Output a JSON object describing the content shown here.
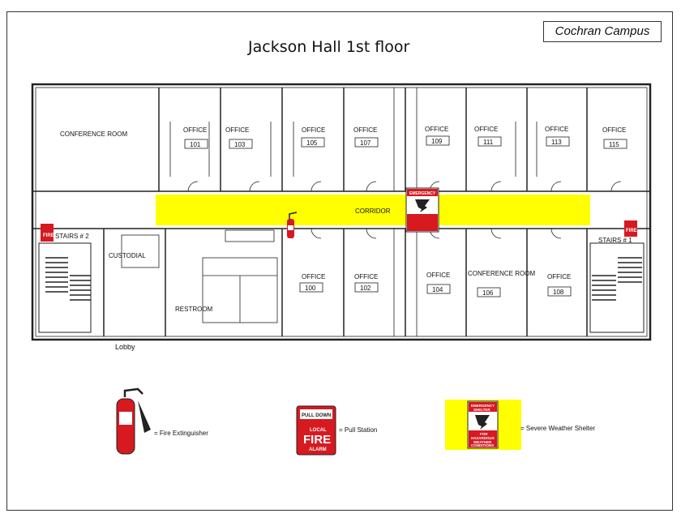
{
  "header": {
    "title": "Jackson Hall 1st floor",
    "campus": "Cochran Campus"
  },
  "rooms": {
    "conference_top": "CONFERENCE ROOM",
    "office": "OFFICE",
    "corridor": "CORRIDOR",
    "stairs_2": "STAIRS # 2",
    "stairs_1": "STAIRS # 1",
    "custodial": "CUSTODIAL",
    "restroom": "RESTROOM",
    "lobby": "Lobby",
    "conference_bottom": "CONFERENCE ROOM"
  },
  "room_numbers": {
    "top": [
      "101",
      "103",
      "105",
      "107",
      "109",
      "111",
      "113",
      "115"
    ],
    "bottom": [
      "100",
      "102",
      "104",
      "106",
      "108"
    ]
  },
  "signs": {
    "shelter_lines": [
      "EMERGENCY",
      "SHELTER",
      "FOR",
      "HAZARDOUS",
      "WEATHER",
      "CONDITIONS"
    ],
    "pull_lines": [
      "PULL DOWN",
      "LOCAL",
      "FIRE",
      "ALARM"
    ]
  },
  "legend": {
    "extinguisher": "= Fire Extinguisher",
    "pull_station": "= Pull Station",
    "shelter": "= Severe Weather Shelter"
  },
  "colors": {
    "corridor": "#ffff00",
    "fire_red": "#d71920",
    "wall": "#222222"
  }
}
